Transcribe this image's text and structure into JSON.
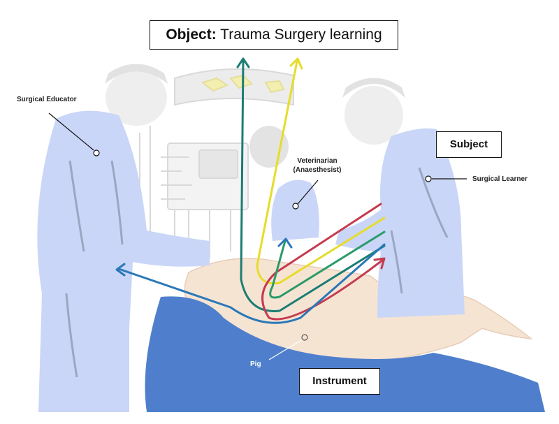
{
  "title": {
    "prefix": "Object:",
    "text": "Trauma Surgery learning"
  },
  "boxes": {
    "subject": "Subject",
    "instrument": "Instrument"
  },
  "labels": {
    "surgical_educator": "Surgical Educator",
    "surgical_learner": "Surgical Learner",
    "veterinarian_line1": "Veterinarian",
    "veterinarian_line2": "(Anaesthesist)",
    "pig": "Pig"
  },
  "colors": {
    "scrubs": "#c9d6f7",
    "scrubs_shadow": "#9aa6c2",
    "drape": "#4f7fcc",
    "skin": "#f6e4d3",
    "equipment": "#d8d8d8",
    "arrow_teal": "#1b7d74",
    "arrow_yellow": "#e6dc2a",
    "arrow_red": "#c63a4f",
    "arrow_blue": "#2a78b8",
    "arrow_green": "#2a9a6a"
  }
}
